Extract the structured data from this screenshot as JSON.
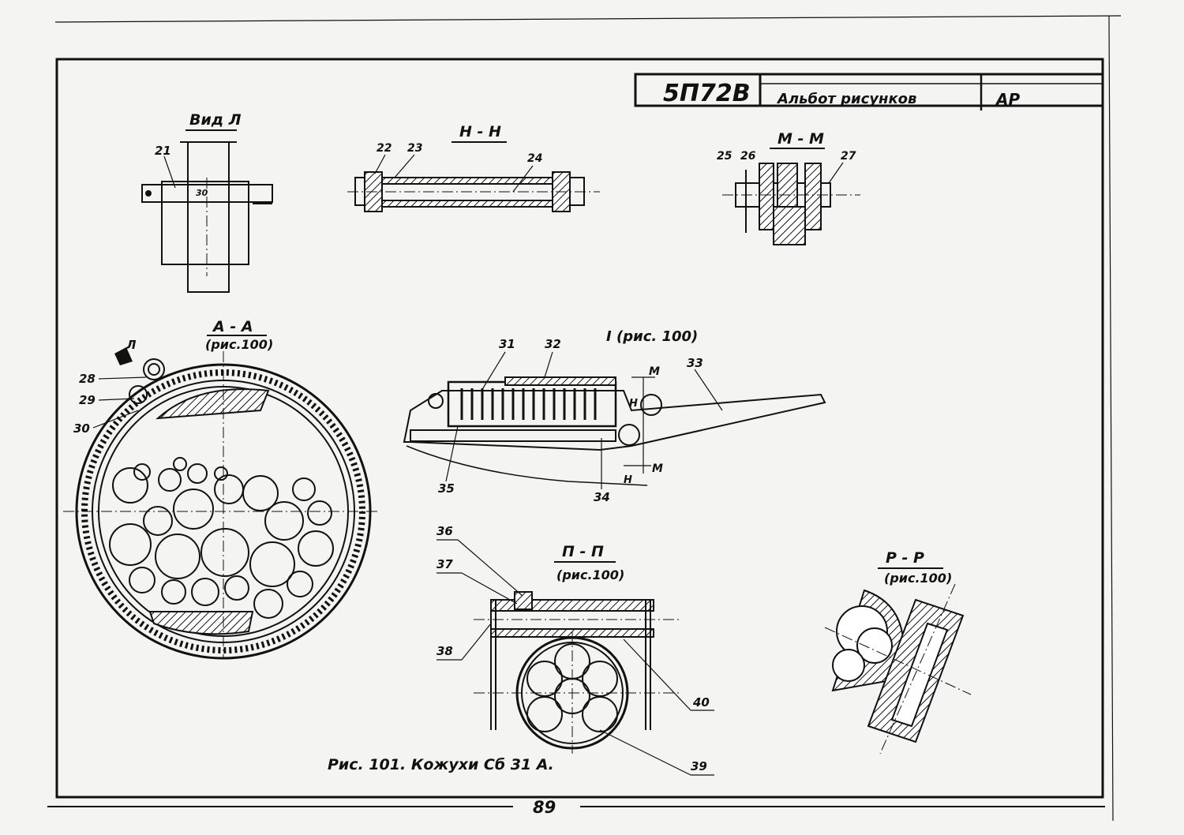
{
  "title_block": {
    "code": "5П72В",
    "album": "Альбот рисунков",
    "sheet_code": "АР"
  },
  "views": {
    "view_l": "Вид Л",
    "section_h": "Н - Н",
    "section_m": "М - М",
    "section_a": "А - А",
    "section_a_ref": "(рис.100)",
    "view_i_ref": "I (рис. 100)",
    "section_p": "П - П",
    "section_p_ref": "(рис.100)",
    "section_r": "Р - Р",
    "section_r_ref": "(рис.100)"
  },
  "markers": {
    "l": "Л",
    "m_top": "М",
    "m_bottom": "М",
    "h_top": "Н",
    "h_bottom": "Н",
    "note_30": "30"
  },
  "callouts": [
    "21",
    "22",
    "23",
    "24",
    "25",
    "26",
    "27",
    "28",
    "29",
    "30",
    "31",
    "32",
    "33",
    "34",
    "35",
    "36",
    "37",
    "38",
    "39",
    "40"
  ],
  "caption": "Рис. 101. Кожухи Сб 31 А.",
  "page_number": "89"
}
